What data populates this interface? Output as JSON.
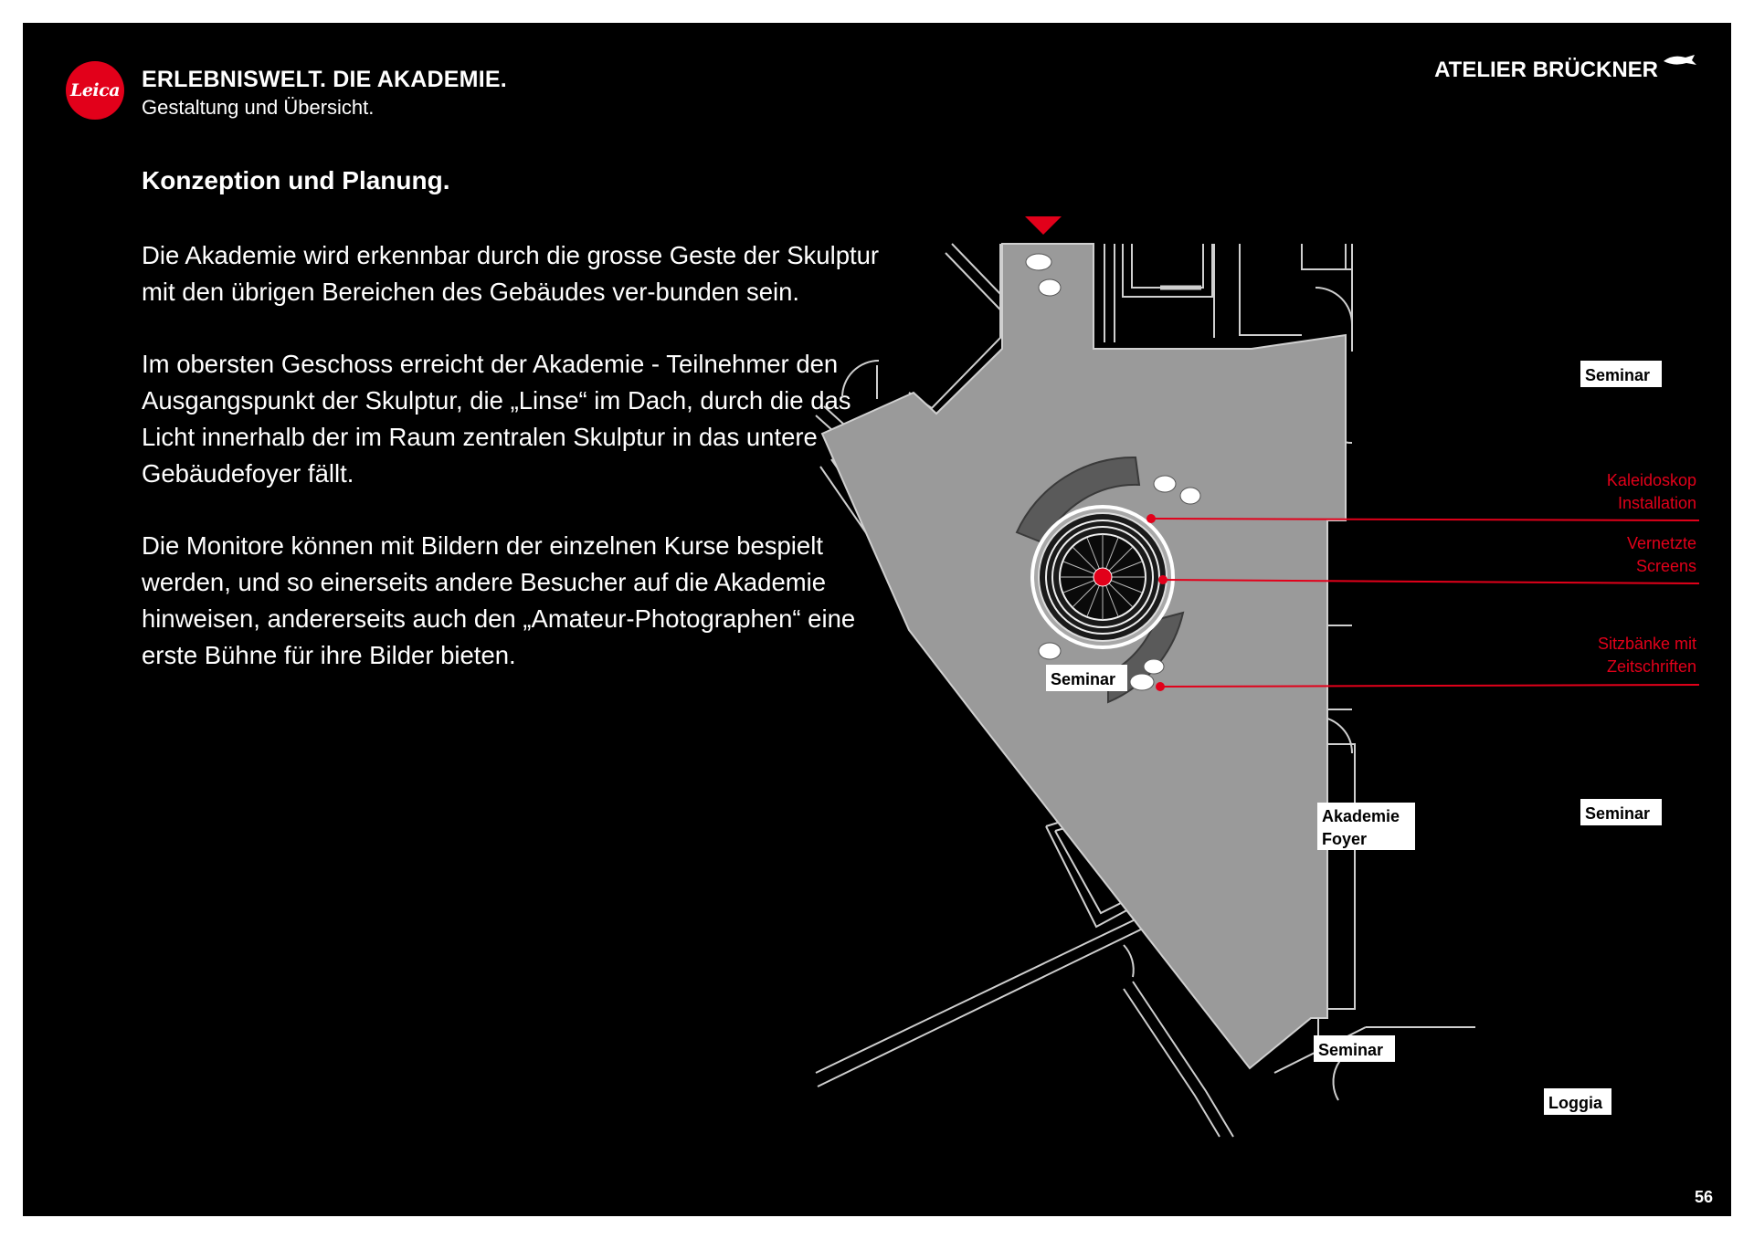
{
  "header": {
    "logo_text": "Leica",
    "title": "ERLEBNISWELT. DIE AKADEMIE.",
    "subtitle": "Gestaltung und Übersicht.",
    "brand": "ATELIER BRÜCKNER"
  },
  "content": {
    "section_title": "Konzeption und Planung.",
    "paragraphs": [
      "Die Akademie wird erkennbar durch die grosse Geste der Skulptur mit den übrigen Bereichen des Gebäudes ver-bunden sein.",
      "Im obersten Geschoss erreicht der Akademie - Teilnehmer den Ausgangspunkt der Skulptur, die „Linse“ im Dach, durch die das Licht innerhalb der im Raum zentralen Skulptur in das untere Gebäudefoyer fällt.",
      "Die Monitore können mit Bildern der einzelnen Kurse bespielt werden, und so einerseits andere Besucher auf die Akademie hinweisen, andererseits auch den „Amateur-Photographen“ eine erste Bühne für ihre Bilder bieten."
    ]
  },
  "plan": {
    "rooms": {
      "seminar_top_right": "Seminar",
      "seminar_left": "Seminar",
      "seminar_mid_right": "Seminar",
      "seminar_bottom": "Seminar",
      "foyer_line1": "Akademie",
      "foyer_line2": "Foyer",
      "loggia": "Loggia"
    },
    "annotations": {
      "a1_line1": "Kaleidoskop",
      "a1_line2": "Installation",
      "a2_line1": "Vernetzte",
      "a2_line2": "Screens",
      "a3_line1": "Sitzbänke mit",
      "a3_line2": "Zeitschriften"
    },
    "colors": {
      "floor": "#9a9a9a",
      "accent": "#e2001a",
      "walls": "#cfcfcf"
    }
  },
  "footer": {
    "page_number": "56"
  }
}
